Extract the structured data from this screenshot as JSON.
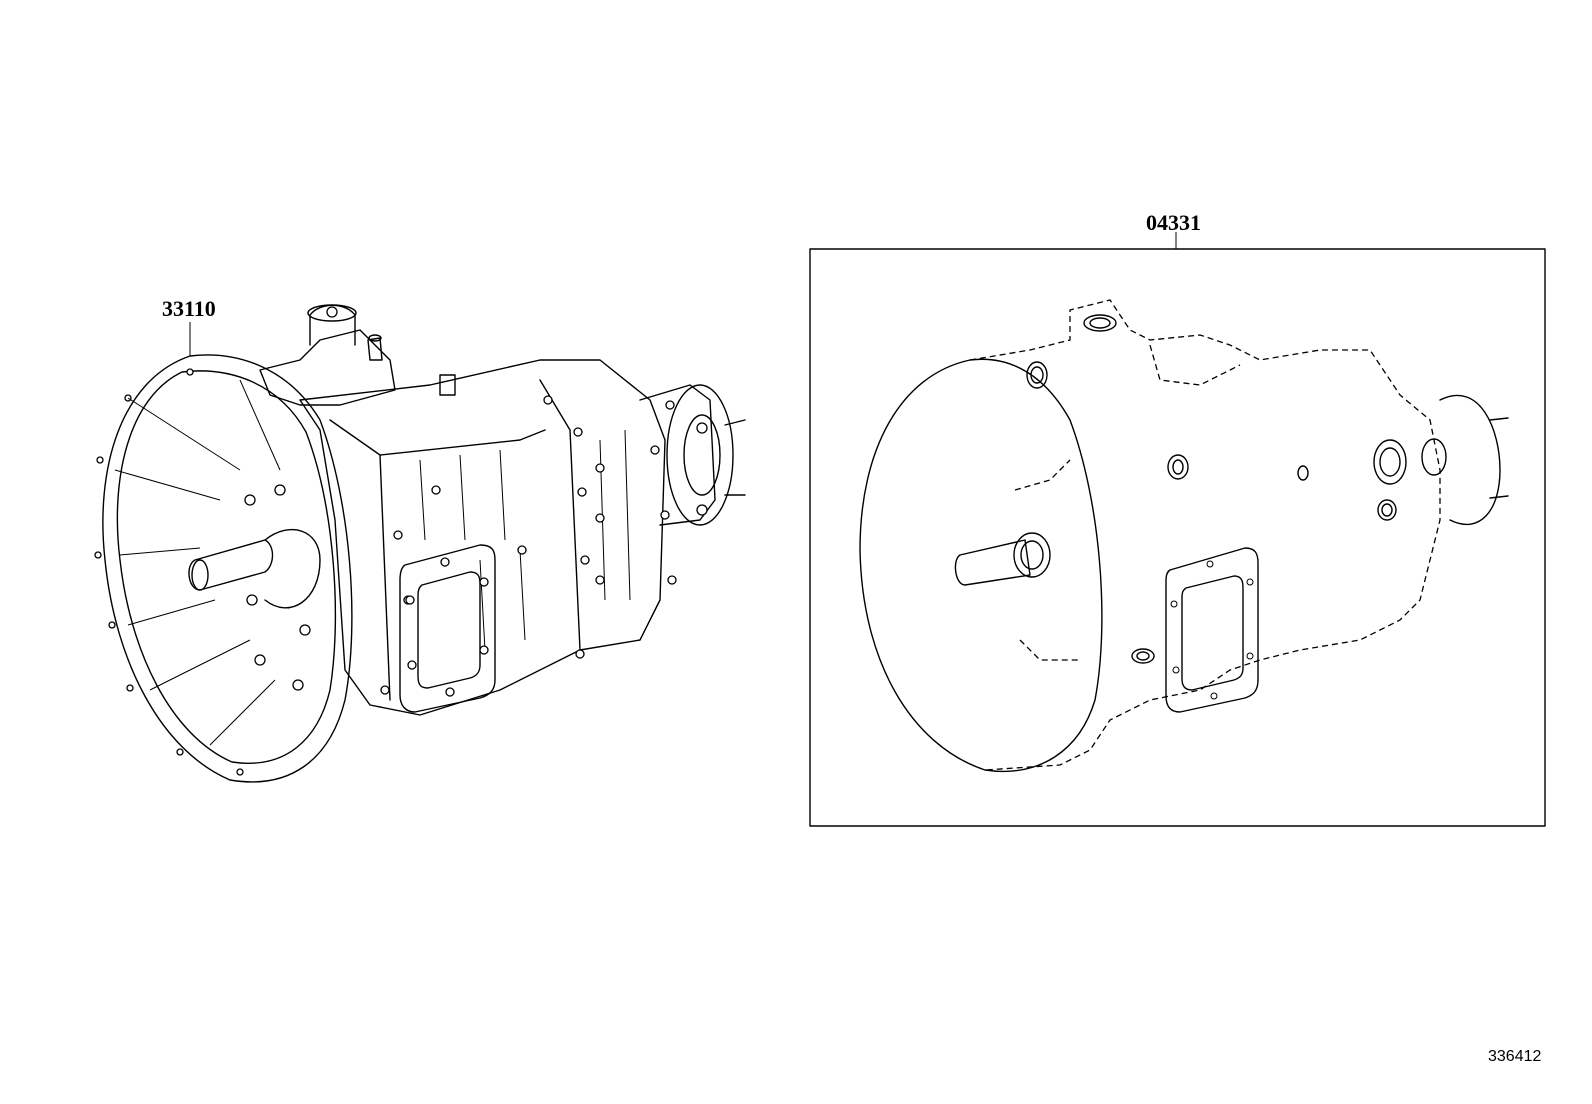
{
  "callouts": {
    "left_part_number": "33110",
    "right_part_number": "04331"
  },
  "diagram_id": "336412",
  "colors": {
    "line": "#000000",
    "background": "#ffffff"
  }
}
